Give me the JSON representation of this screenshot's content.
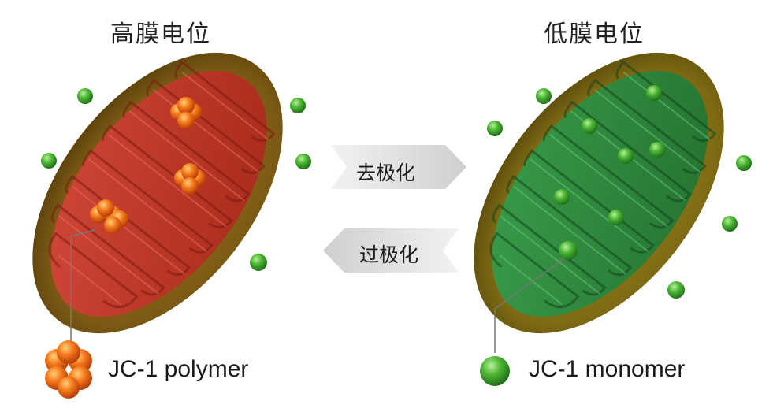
{
  "titles": {
    "high": "高膜电位",
    "low": "低膜电位"
  },
  "arrows": {
    "depolarization": "去极化",
    "repolarization": "过极化"
  },
  "legend": {
    "polymer": "JC-1 polymer",
    "monomer": "JC-1 monomer"
  },
  "colors": {
    "outer_membrane": "#7a5a12",
    "red_inner": "#c03a24",
    "green_inner": "#2d8a3c",
    "polymer_orange": "#f26a12",
    "monomer_green": "#3dab2c",
    "arrow_gray": "#d8d8d8"
  }
}
